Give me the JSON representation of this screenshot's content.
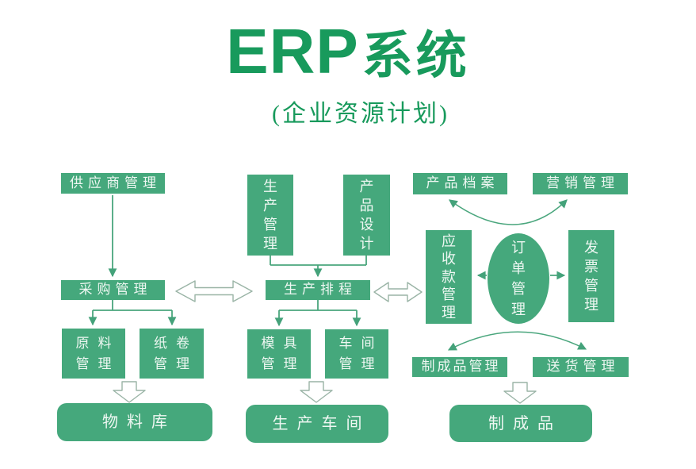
{
  "title": {
    "latin": "ERP",
    "cjk": "系统",
    "subtitle": "(企业资源计划)"
  },
  "colors": {
    "node_green": "#45a87c",
    "title_green": "#189a5c",
    "arrow_green": "#44a27a",
    "hollow_outline": "#9ab4a6",
    "node_text": "#eef7f2"
  },
  "left_column": {
    "supplier": "供应商管理",
    "purchasing": "采购管理",
    "raw_material": {
      "line1": "原料",
      "line2": "管理"
    },
    "paper_roll": {
      "line1": "纸卷",
      "line2": "管理"
    },
    "material_warehouse": "物料库"
  },
  "middle_column": {
    "production_mgmt": "生产管理",
    "product_design": "产品设计",
    "production_scheduling": "生产排程",
    "mold": {
      "line1": "模具",
      "line2": "管理"
    },
    "workshop": {
      "line1": "车间",
      "line2": "管理"
    },
    "production_workshop": "生产车间"
  },
  "right_section": {
    "product_archive": "产品档案",
    "marketing": "营销管理",
    "receivables": "应收款管理",
    "order_mgmt": "订单管理",
    "invoice": "发票管理",
    "finished_goods_mgmt": "制成品管理",
    "delivery": "送货管理",
    "finished_goods": "制成品"
  }
}
